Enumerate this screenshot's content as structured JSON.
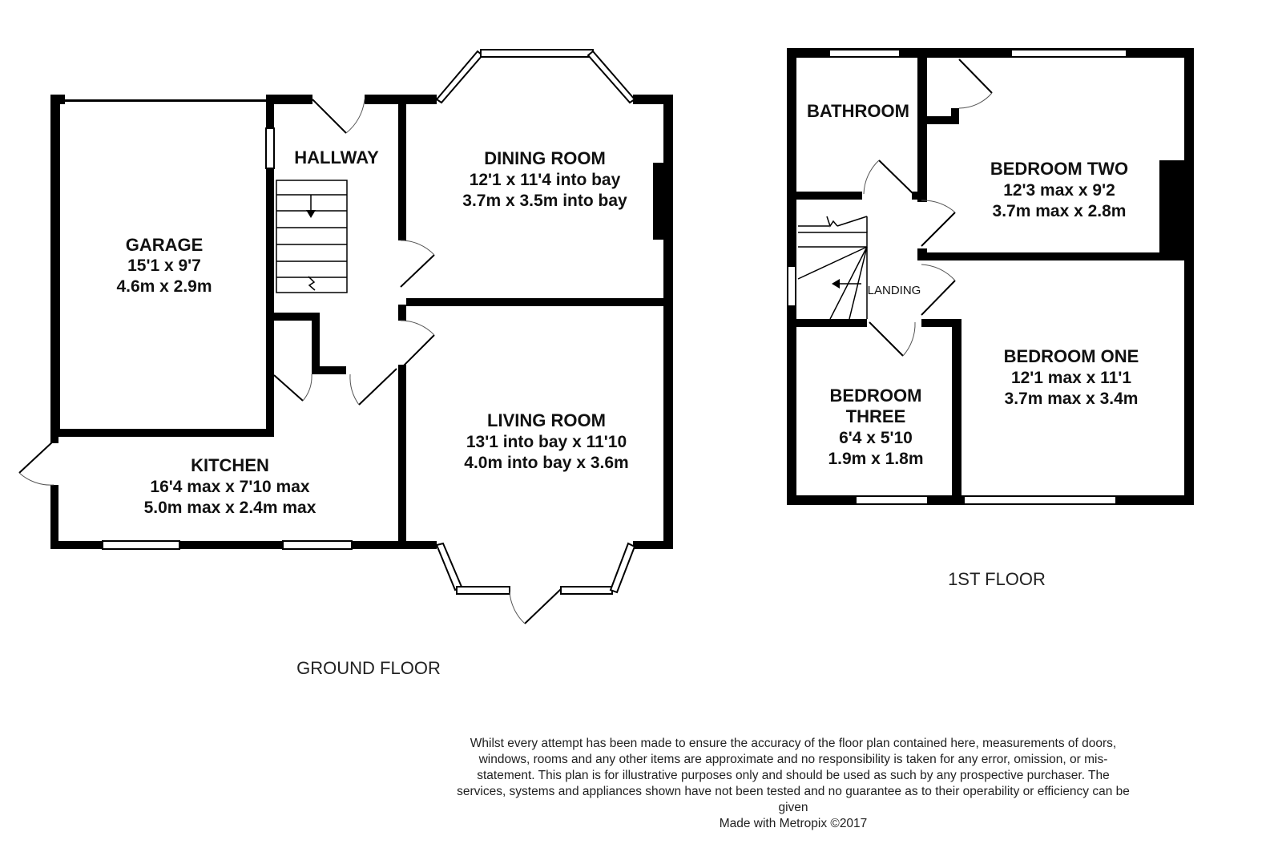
{
  "ground_floor": {
    "label": "GROUND FLOOR",
    "rooms": [
      {
        "name": "GARAGE",
        "imperial": "15'1 x 9'7",
        "metric": "4.6m x 2.9m"
      },
      {
        "name": "HALLWAY"
      },
      {
        "name": "DINING ROOM",
        "imperial": "12'1 x 11'4 into bay",
        "metric": "3.7m x 3.5m into bay"
      },
      {
        "name": "LIVING ROOM",
        "imperial": "13'1 into bay x 11'10",
        "metric": "4.0m into bay x 3.6m"
      },
      {
        "name": "KITCHEN",
        "imperial": "16'4 max x 7'10 max",
        "metric": "5.0m max x 2.4m max"
      }
    ]
  },
  "first_floor": {
    "label": "1ST FLOOR",
    "rooms": [
      {
        "name": "BATHROOM"
      },
      {
        "name": "BEDROOM TWO",
        "imperial": "12'3 max x 9'2",
        "metric": "3.7m max x 2.8m"
      },
      {
        "name": "LANDING"
      },
      {
        "name_line1": "BEDROOM",
        "name_line2": "THREE",
        "imperial": "6'4 x 5'10",
        "metric": "1.9m x 1.8m"
      },
      {
        "name": "BEDROOM ONE",
        "imperial": "12'1 max x 11'1",
        "metric": "3.7m max x 3.4m"
      }
    ]
  },
  "disclaimer": {
    "text": "Whilst every attempt has been made to ensure the accuracy of the floor plan contained here, measurements of doors, windows, rooms and any other items are approximate and no responsibility is taken for any error, omission, or mis-statement. This plan is for illustrative purposes only and should be used as such by any prospective purchaser. The services, systems and appliances shown have not been tested and no guarantee as to their operability or efficiency can be given",
    "credit": "Made with Metropix ©2017"
  }
}
